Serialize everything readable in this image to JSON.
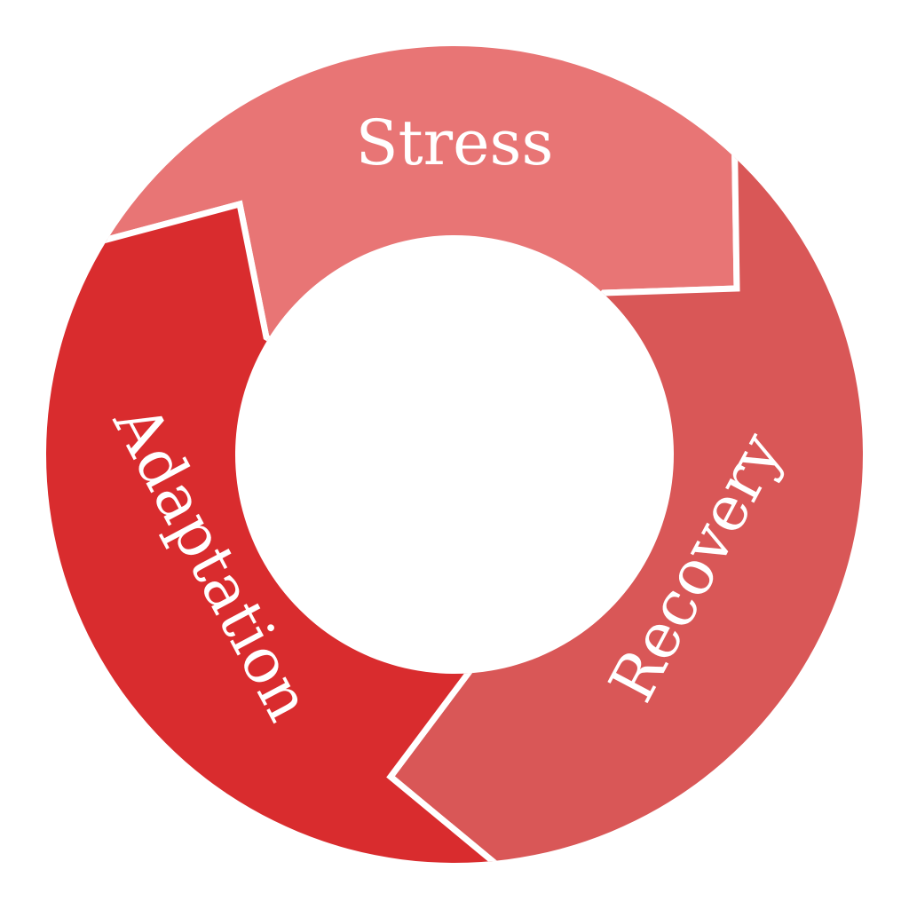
{
  "diagram": {
    "type": "cycle",
    "segments": [
      {
        "label": "Stress",
        "color": "#E87575"
      },
      {
        "label": "Recovery",
        "color": "#D95757"
      },
      {
        "label": "Adaptation",
        "color": "#D92C2E"
      }
    ],
    "divider_color": "#FFFFFF"
  }
}
